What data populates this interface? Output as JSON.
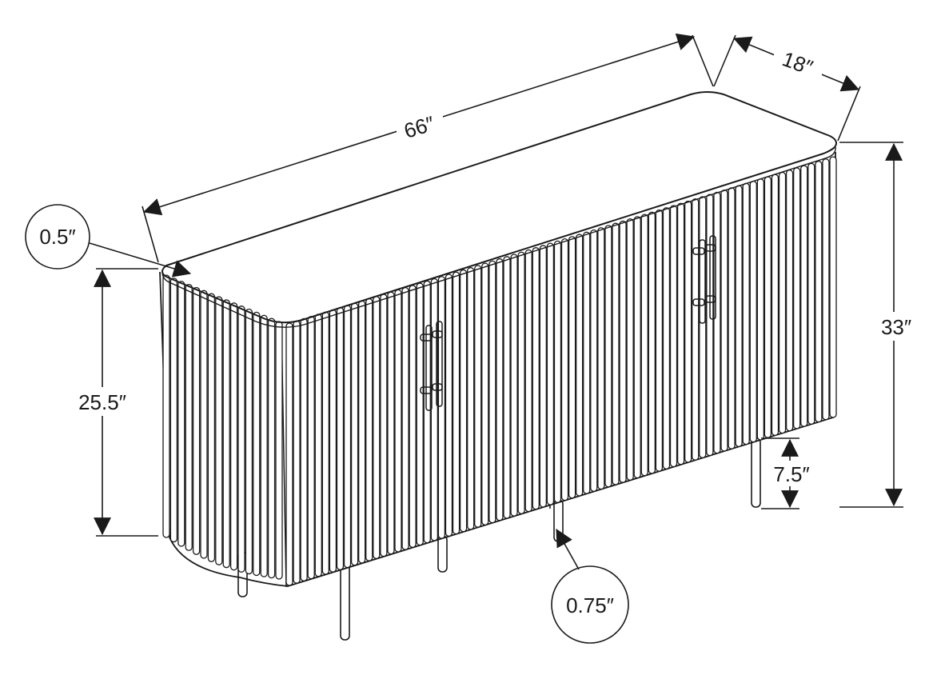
{
  "dimensions": {
    "width": "66″",
    "depth": "18″",
    "top_thickness": "0.5″",
    "cabinet_height": "25.5″",
    "total_height": "33″",
    "leg_height": "7.5″",
    "leg_diameter": "0.75″"
  }
}
